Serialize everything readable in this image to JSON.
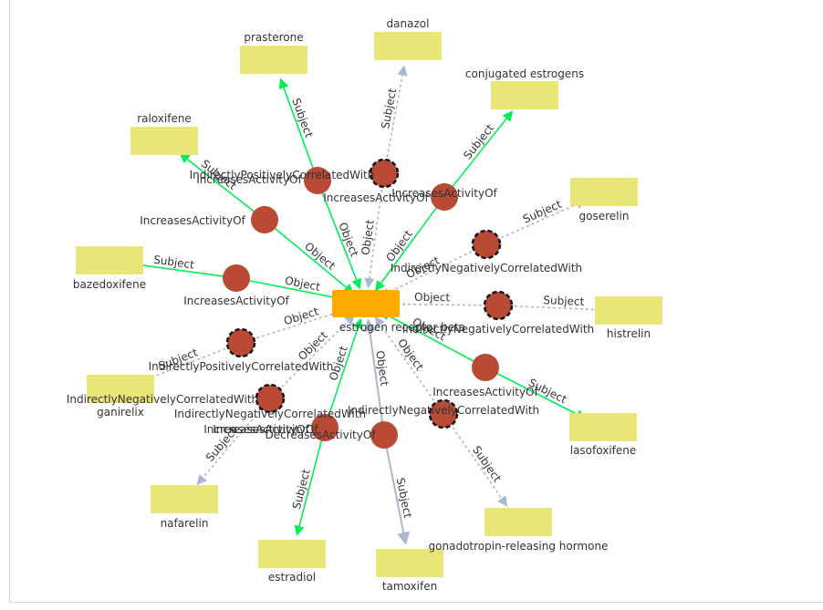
{
  "center": {
    "label": "estrogen receptor beta",
    "color": "#FFAA00"
  },
  "colors": {
    "entity": "#E8E677",
    "predicate": "#B94A36",
    "solid_edge": "#00EE55",
    "dashed_edge": "#A8B8D0",
    "tamoxifen_edge": "#A8B8C8"
  },
  "edge_labels": {
    "subject": "Subject",
    "object": "Object"
  },
  "entities": [
    {
      "id": "prasterone",
      "label": "prasterone"
    },
    {
      "id": "danazol",
      "label": "danazol"
    },
    {
      "id": "conjugated",
      "label": "conjugated estrogens"
    },
    {
      "id": "raloxifene",
      "label": "raloxifene"
    },
    {
      "id": "goserelin",
      "label": "goserelin"
    },
    {
      "id": "bazedoxifene",
      "label": "bazedoxifene"
    },
    {
      "id": "histrelin",
      "label": "histrelin"
    },
    {
      "id": "ganirelix",
      "label": "ganirelix"
    },
    {
      "id": "lasofoxifene",
      "label": "lasofoxifene"
    },
    {
      "id": "nafarelin",
      "label": "nafarelin"
    },
    {
      "id": "gonadotropin",
      "label": "gonadotropin-releasing hormone"
    },
    {
      "id": "estradiol",
      "label": "estradiol"
    },
    {
      "id": "tamoxifen",
      "label": "tamoxifen"
    }
  ],
  "predicates": [
    {
      "id": "p_prasterone",
      "label": "IndirectlyPositivelyCorrelatedWith",
      "subject": "prasterone",
      "style": "solid"
    },
    {
      "id": "p_danazol",
      "label": "IncreasesActivityOf",
      "subject": "danazol",
      "style": "dashed"
    },
    {
      "id": "p_conjugated",
      "label": "IncreasesActivityOf",
      "subject": "conjugated",
      "style": "solid"
    },
    {
      "id": "p_raloxifene",
      "label": "IncreasesActivityOf",
      "subject": "raloxifene",
      "style": "solid"
    },
    {
      "id": "p_goserelin",
      "label": "IndirectlyNegativelyCorrelatedWith",
      "subject": "goserelin",
      "style": "dashed"
    },
    {
      "id": "p_bazedoxifene",
      "label": "IncreasesActivityOf",
      "subject": "bazedoxifene",
      "style": "solid"
    },
    {
      "id": "p_histrelin",
      "label": "IndirectlyNegativelyCorrelatedWith",
      "subject": "histrelin",
      "style": "dashed"
    },
    {
      "id": "p_ganirelix",
      "label": "IndirectlyPositivelyCorrelatedWith",
      "subject": "ganirelix",
      "style": "dashed"
    },
    {
      "id": "p_lasofoxifene",
      "label": "IncreasesActivityOf",
      "subject": "lasofoxifene",
      "style": "solid"
    },
    {
      "id": "p_nafarelin",
      "label": "IndirectlyNegativelyCorrelatedWith",
      "subject": "nafarelin",
      "style": "dashed"
    },
    {
      "id": "p_gonadotropin",
      "label": "IndirectlyNegativelyCorrelatedWith",
      "subject": "gonadotropin",
      "style": "dashed"
    },
    {
      "id": "p_estradiol",
      "label": "IncreasesActivityOf",
      "subject": "estradiol",
      "style": "solid"
    },
    {
      "id": "p_tamoxifen",
      "label": "DecreasesActivityOf",
      "subject": "tamoxifen",
      "style": "gray"
    }
  ],
  "overlay_labels": [
    {
      "id": "ov_prasterone",
      "label": "IncreasesActivityOf"
    },
    {
      "id": "ov_ganirelix",
      "label": "IndirectlyNegativelyCorrelatedWith"
    },
    {
      "id": "ov_nafarelin",
      "label": "IncreasesActivityOf"
    }
  ]
}
